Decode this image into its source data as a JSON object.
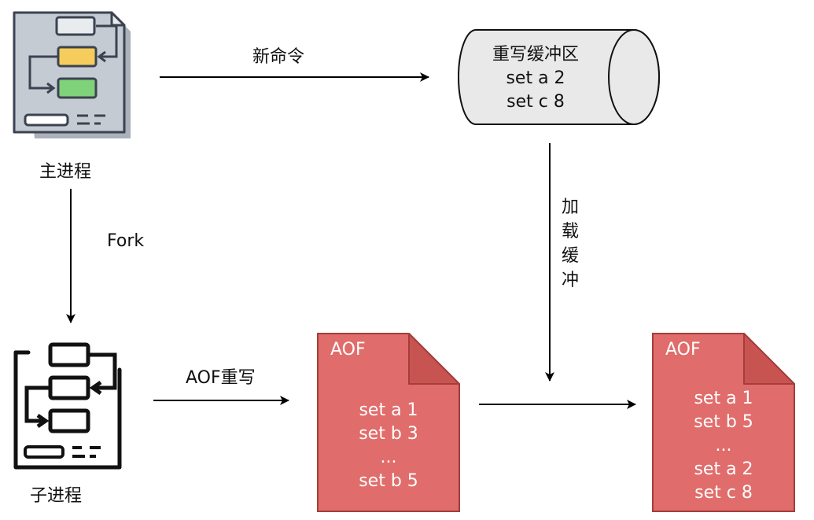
{
  "main_process": {
    "label": "主进程"
  },
  "child_process": {
    "label": "子进程"
  },
  "fork_label": "Fork",
  "new_command_label": "新命令",
  "aof_rewrite_label": "AOF重写",
  "load_buffer_label": [
    "加",
    "载",
    "缓",
    "冲"
  ],
  "rewrite_buffer": {
    "title": "重写缓冲区",
    "lines": [
      "set a 2",
      "set c 8"
    ]
  },
  "aof_file_left": {
    "title": "AOF",
    "lines": [
      "set a 1",
      "set b 3",
      "...",
      "set b 5"
    ]
  },
  "aof_file_right": {
    "title": "AOF",
    "lines": [
      "set a 1",
      "set b 5",
      "...",
      "set a 2",
      "set c 8"
    ]
  },
  "colors": {
    "doc_fill": "#e06d6b",
    "doc_fold": "#c85451",
    "doc_stroke": "#a33e3b",
    "cylinder_fill": "#e9e9e9",
    "arrow": "#000000",
    "icon_yellow": "#f6cd5c",
    "icon_green": "#7fd17a",
    "icon_grey": "#c5cbd3"
  }
}
